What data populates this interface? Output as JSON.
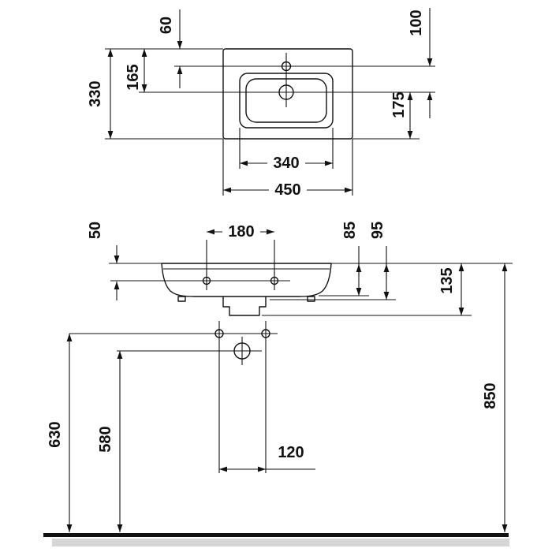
{
  "colors": {
    "line": "#111111",
    "background": "#ffffff",
    "ground_shadow": "#d6d6d6"
  },
  "top_view": {
    "overall_width": "450",
    "bowl_width": "340",
    "overall_depth": "330",
    "back_edge_to_drain": "165",
    "back_edge_to_taphole": "60",
    "taphole_to_drain": "100",
    "drain_to_front_edge": "175"
  },
  "front_view": {
    "rim_to_fixing": "50",
    "fixing_spacing": "180",
    "rim_to_body": "85",
    "rim_to_bracket": "95",
    "rim_to_outlet": "135",
    "floor_to_fixing_holes": "630",
    "floor_to_outlet": "580",
    "fixing_hole_spacing": "120",
    "floor_to_rim": "850"
  }
}
